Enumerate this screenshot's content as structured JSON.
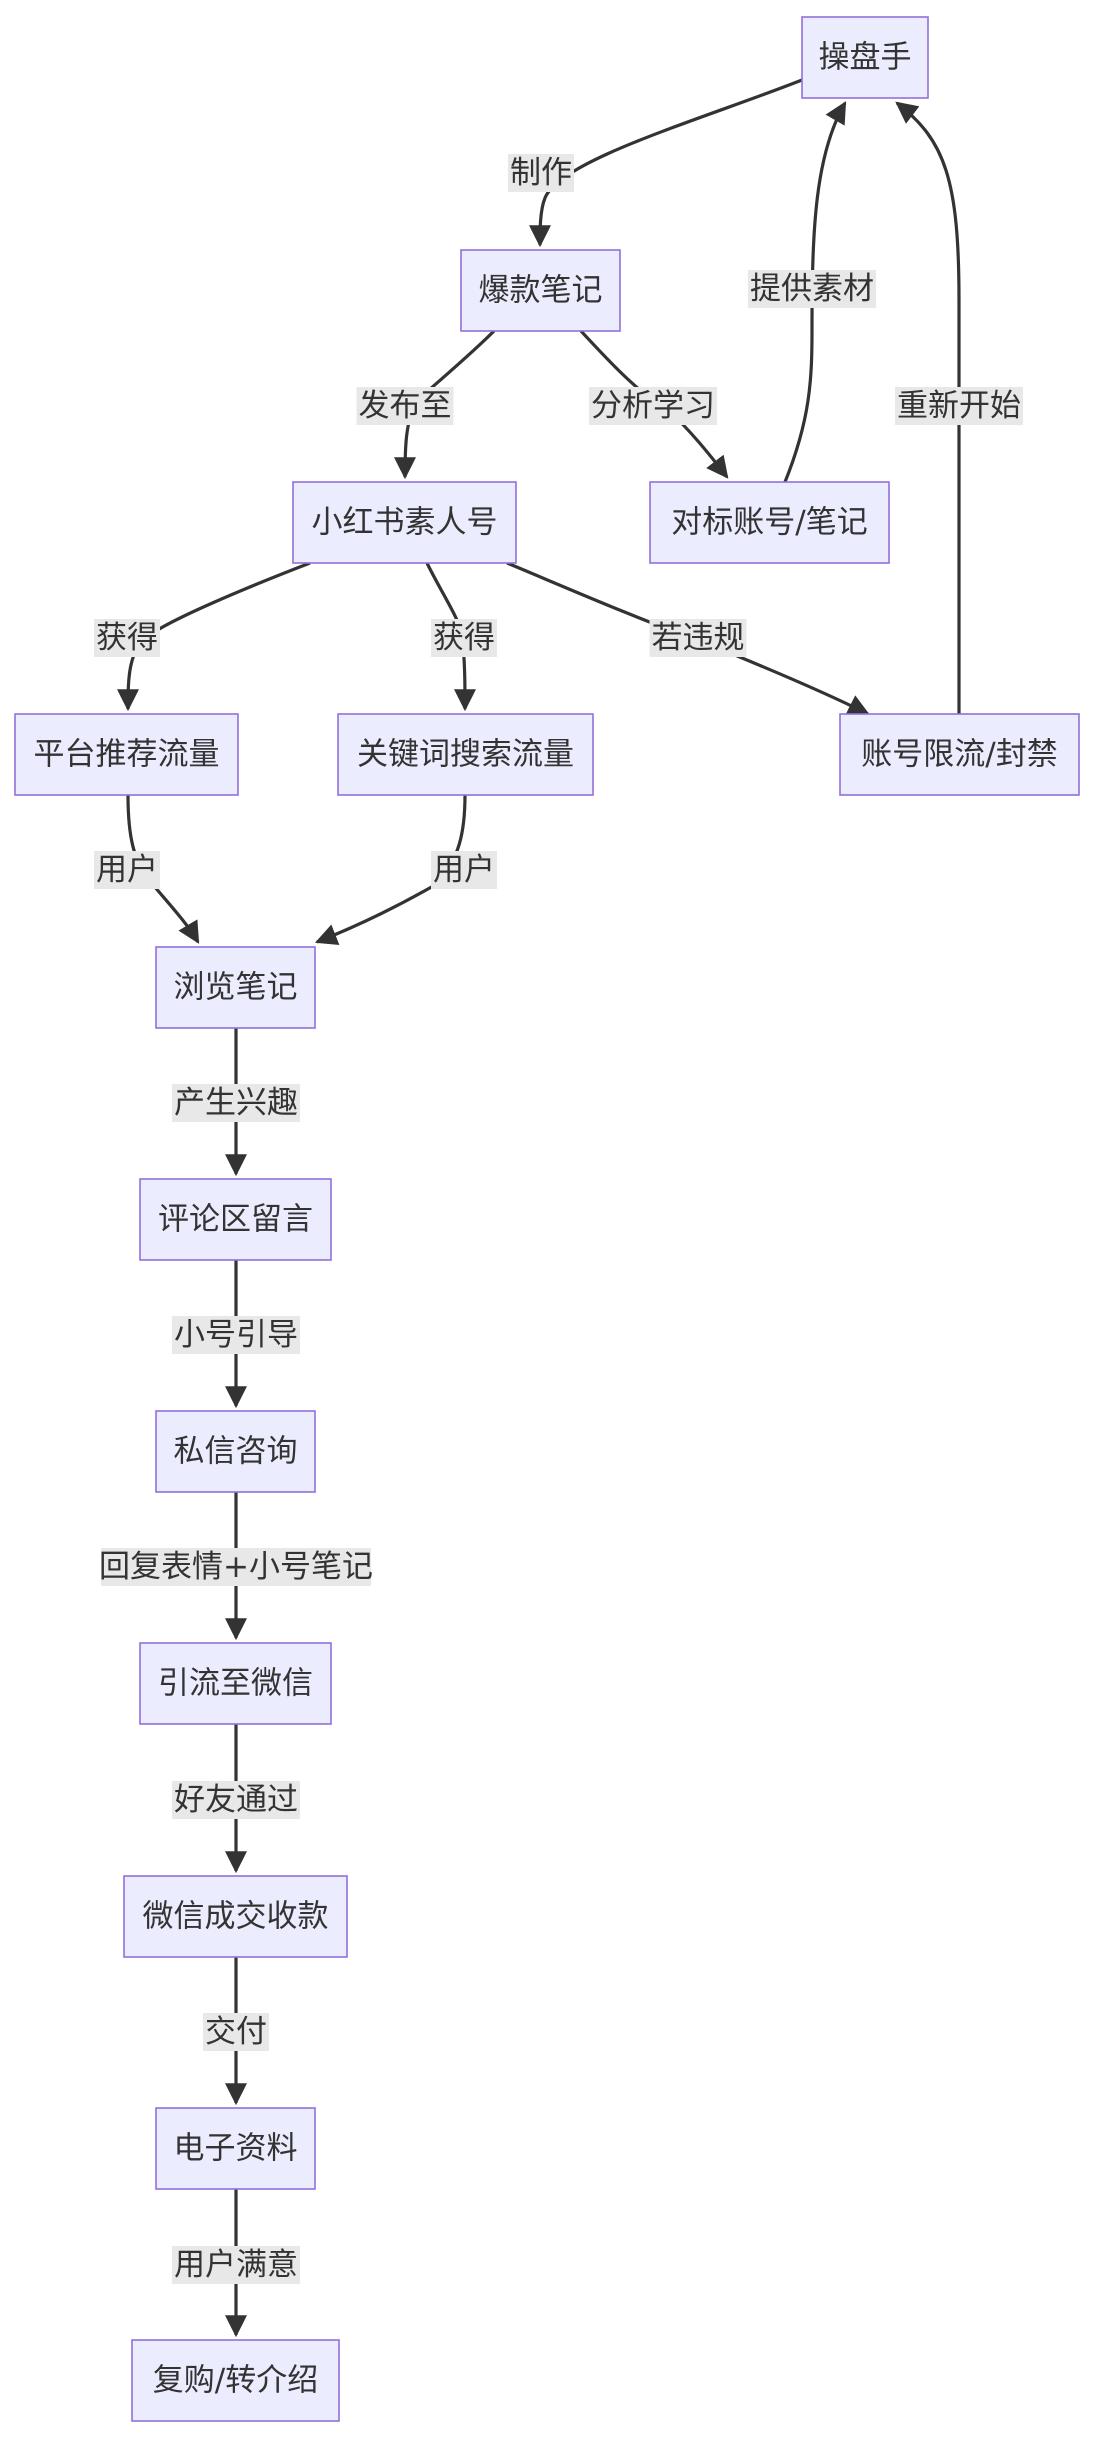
{
  "nodes": [
    {
      "id": "operator",
      "label": "操盘手"
    },
    {
      "id": "viral-note",
      "label": "爆款笔记"
    },
    {
      "id": "xhs-account",
      "label": "小红书素人号"
    },
    {
      "id": "benchmark",
      "label": "对标账号/笔记"
    },
    {
      "id": "platform-traffic",
      "label": "平台推荐流量"
    },
    {
      "id": "keyword-traffic",
      "label": "关键词搜索流量"
    },
    {
      "id": "account-banned",
      "label": "账号限流/封禁"
    },
    {
      "id": "browse-note",
      "label": "浏览笔记"
    },
    {
      "id": "comment",
      "label": "评论区留言"
    },
    {
      "id": "dm-inquiry",
      "label": "私信咨询"
    },
    {
      "id": "wechat-funnel",
      "label": "引流至微信"
    },
    {
      "id": "wechat-deal",
      "label": "微信成交收款"
    },
    {
      "id": "e-material",
      "label": "电子资料"
    },
    {
      "id": "repurchase",
      "label": "复购/转介绍"
    }
  ],
  "edges": [
    {
      "from": "operator",
      "to": "viral-note",
      "label": "制作"
    },
    {
      "from": "viral-note",
      "to": "xhs-account",
      "label": "发布至"
    },
    {
      "from": "viral-note",
      "to": "benchmark",
      "label": "分析学习"
    },
    {
      "from": "benchmark",
      "to": "operator",
      "label": "提供素材"
    },
    {
      "from": "xhs-account",
      "to": "platform-traffic",
      "label": "获得"
    },
    {
      "from": "xhs-account",
      "to": "keyword-traffic",
      "label": "获得"
    },
    {
      "from": "xhs-account",
      "to": "account-banned",
      "label": "若违规"
    },
    {
      "from": "account-banned",
      "to": "operator",
      "label": "重新开始"
    },
    {
      "from": "platform-traffic",
      "to": "browse-note",
      "label": "用户"
    },
    {
      "from": "keyword-traffic",
      "to": "browse-note",
      "label": "用户"
    },
    {
      "from": "browse-note",
      "to": "comment",
      "label": "产生兴趣"
    },
    {
      "from": "comment",
      "to": "dm-inquiry",
      "label": "小号引导"
    },
    {
      "from": "dm-inquiry",
      "to": "wechat-funnel",
      "label": "回复表情+小号笔记"
    },
    {
      "from": "wechat-funnel",
      "to": "wechat-deal",
      "label": "好友通过"
    },
    {
      "from": "wechat-deal",
      "to": "e-material",
      "label": "交付"
    },
    {
      "from": "e-material",
      "to": "repurchase",
      "label": "用户满意"
    }
  ],
  "colors": {
    "node_fill": "#ececff",
    "node_border": "#9370db",
    "edge": "#333333",
    "label_bg": "#e8e8e8",
    "text": "#333333"
  }
}
